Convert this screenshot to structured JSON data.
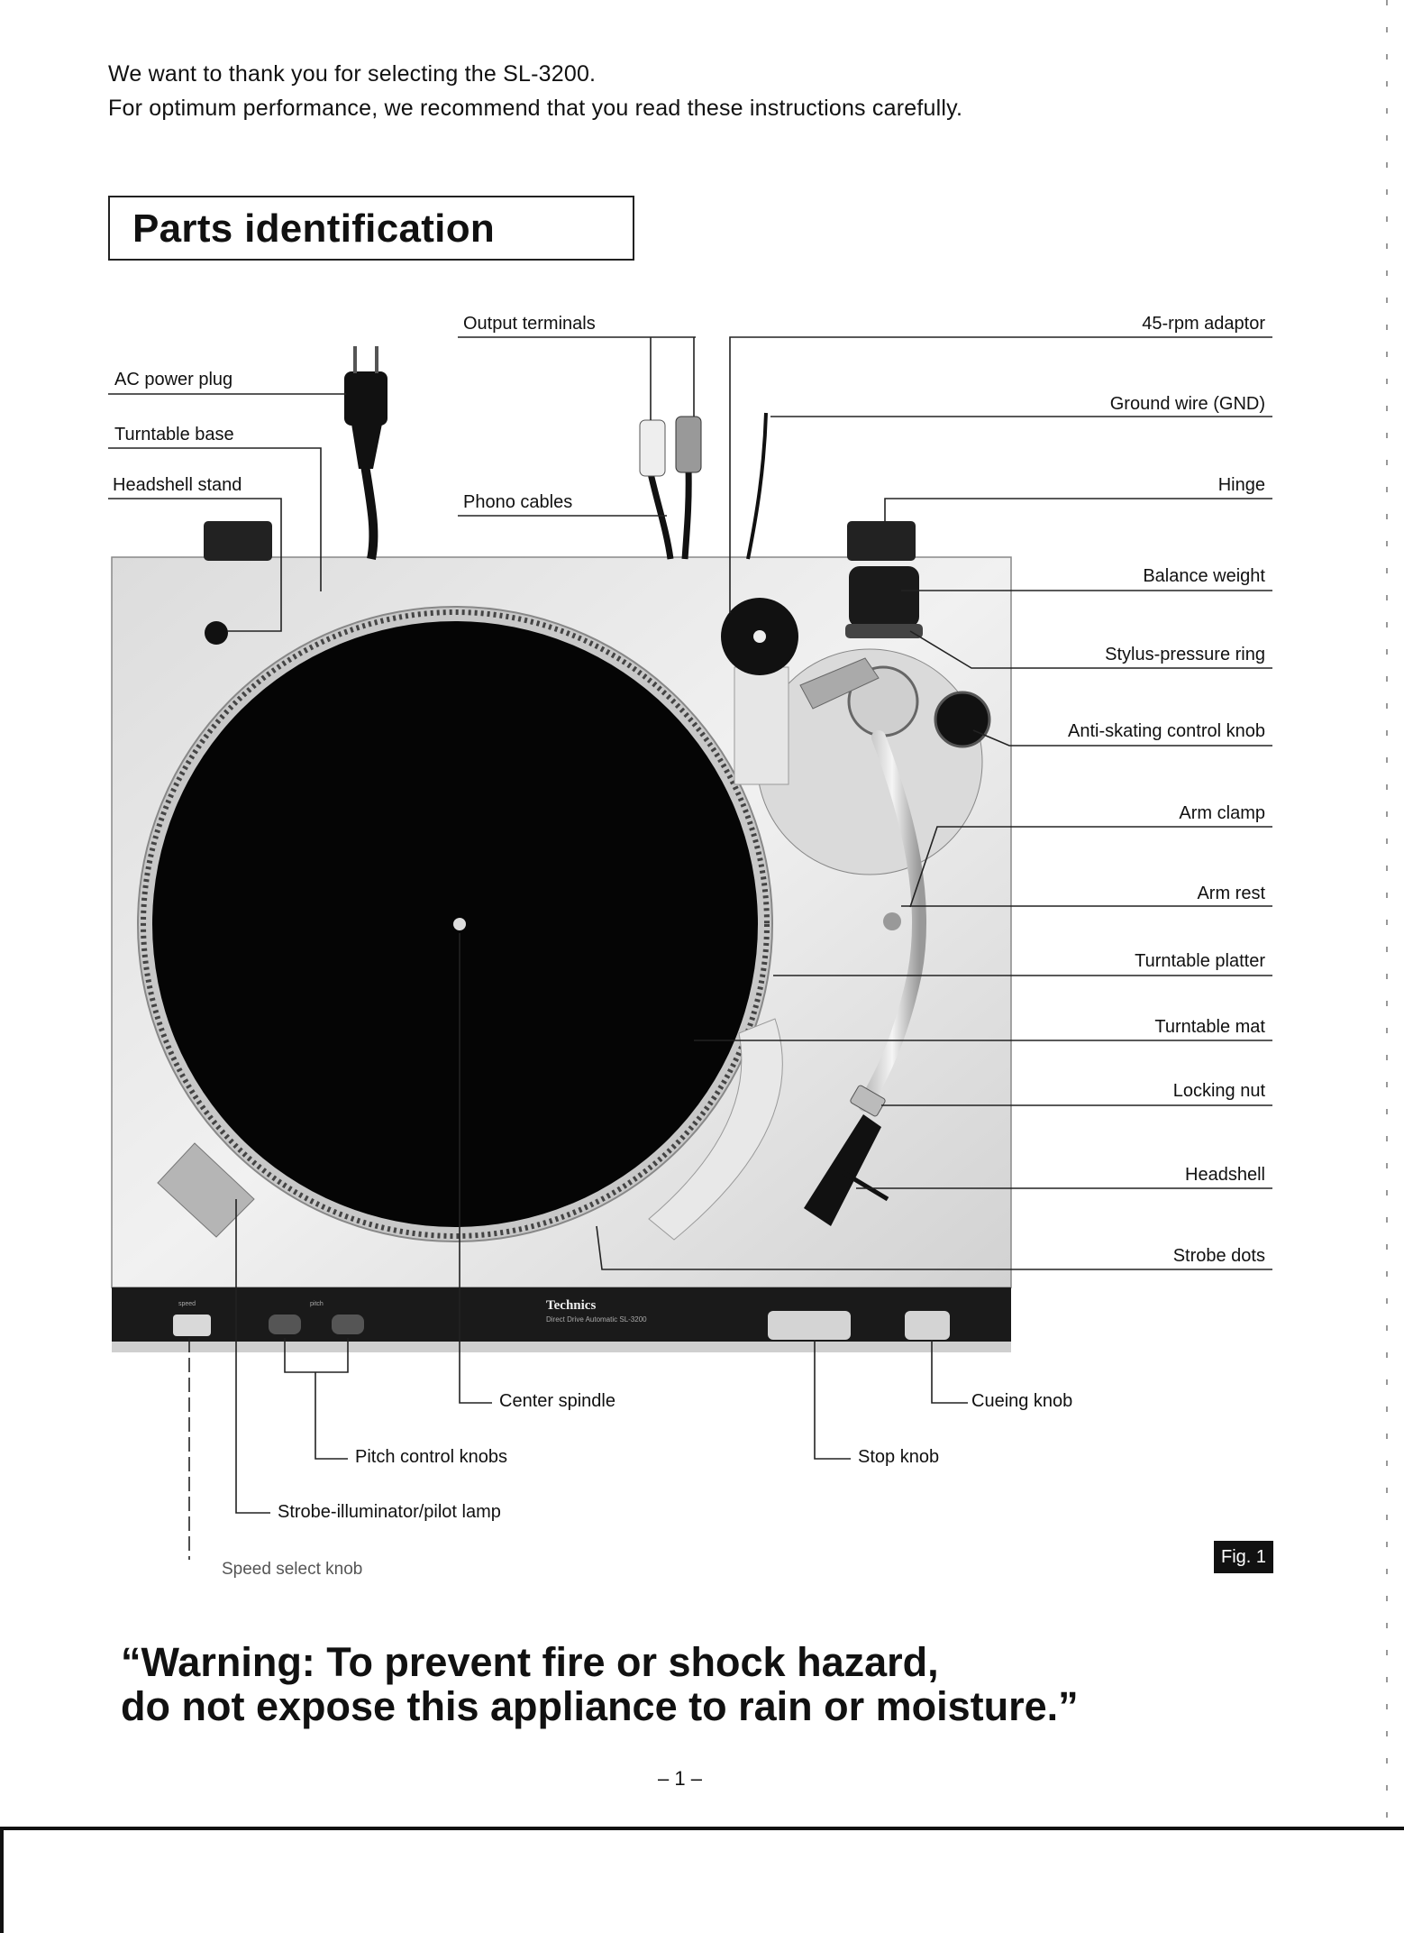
{
  "intro": {
    "line1": "We want to thank you for selecting the SL-3200.",
    "line2": "For optimum performance, we recommend that you read these instructions carefully."
  },
  "section_title": "Parts identification",
  "turntable": {
    "brand": "Technics",
    "model_line": "Direct Drive Automatic SL-3200",
    "speed_panel": "speed",
    "pitch_panel": "pitch"
  },
  "labels": {
    "output_terminals": "Output terminals",
    "rpm45_adaptor": "45-rpm adaptor",
    "ac_power_plug": "AC power plug",
    "ground_wire": "Ground wire (GND)",
    "turntable_base": "Turntable base",
    "headshell_stand": "Headshell stand",
    "phono_cables": "Phono cables",
    "hinge": "Hinge",
    "balance_weight": "Balance weight",
    "stylus_pressure_ring": "Stylus-pressure ring",
    "anti_skating": "Anti-skating control knob",
    "arm_clamp": "Arm clamp",
    "arm_rest": "Arm rest",
    "turntable_platter": "Turntable platter",
    "turntable_mat": "Turntable mat",
    "locking_nut": "Locking nut",
    "headshell": "Headshell",
    "strobe_dots": "Strobe dots",
    "center_spindle": "Center spindle",
    "cueing_knob": "Cueing knob",
    "pitch_control_knobs": "Pitch control knobs",
    "stop_knob": "Stop knob",
    "strobe_illuminator": "Strobe-illuminator/pilot lamp",
    "speed_select_knob": "Speed select  knob"
  },
  "figure_label": "Fig. 1",
  "warning": {
    "line1": "“Warning: To prevent fire or shock hazard,",
    "line2": "do not expose this appliance to rain or moisture.”"
  },
  "page_number": "– 1 –"
}
